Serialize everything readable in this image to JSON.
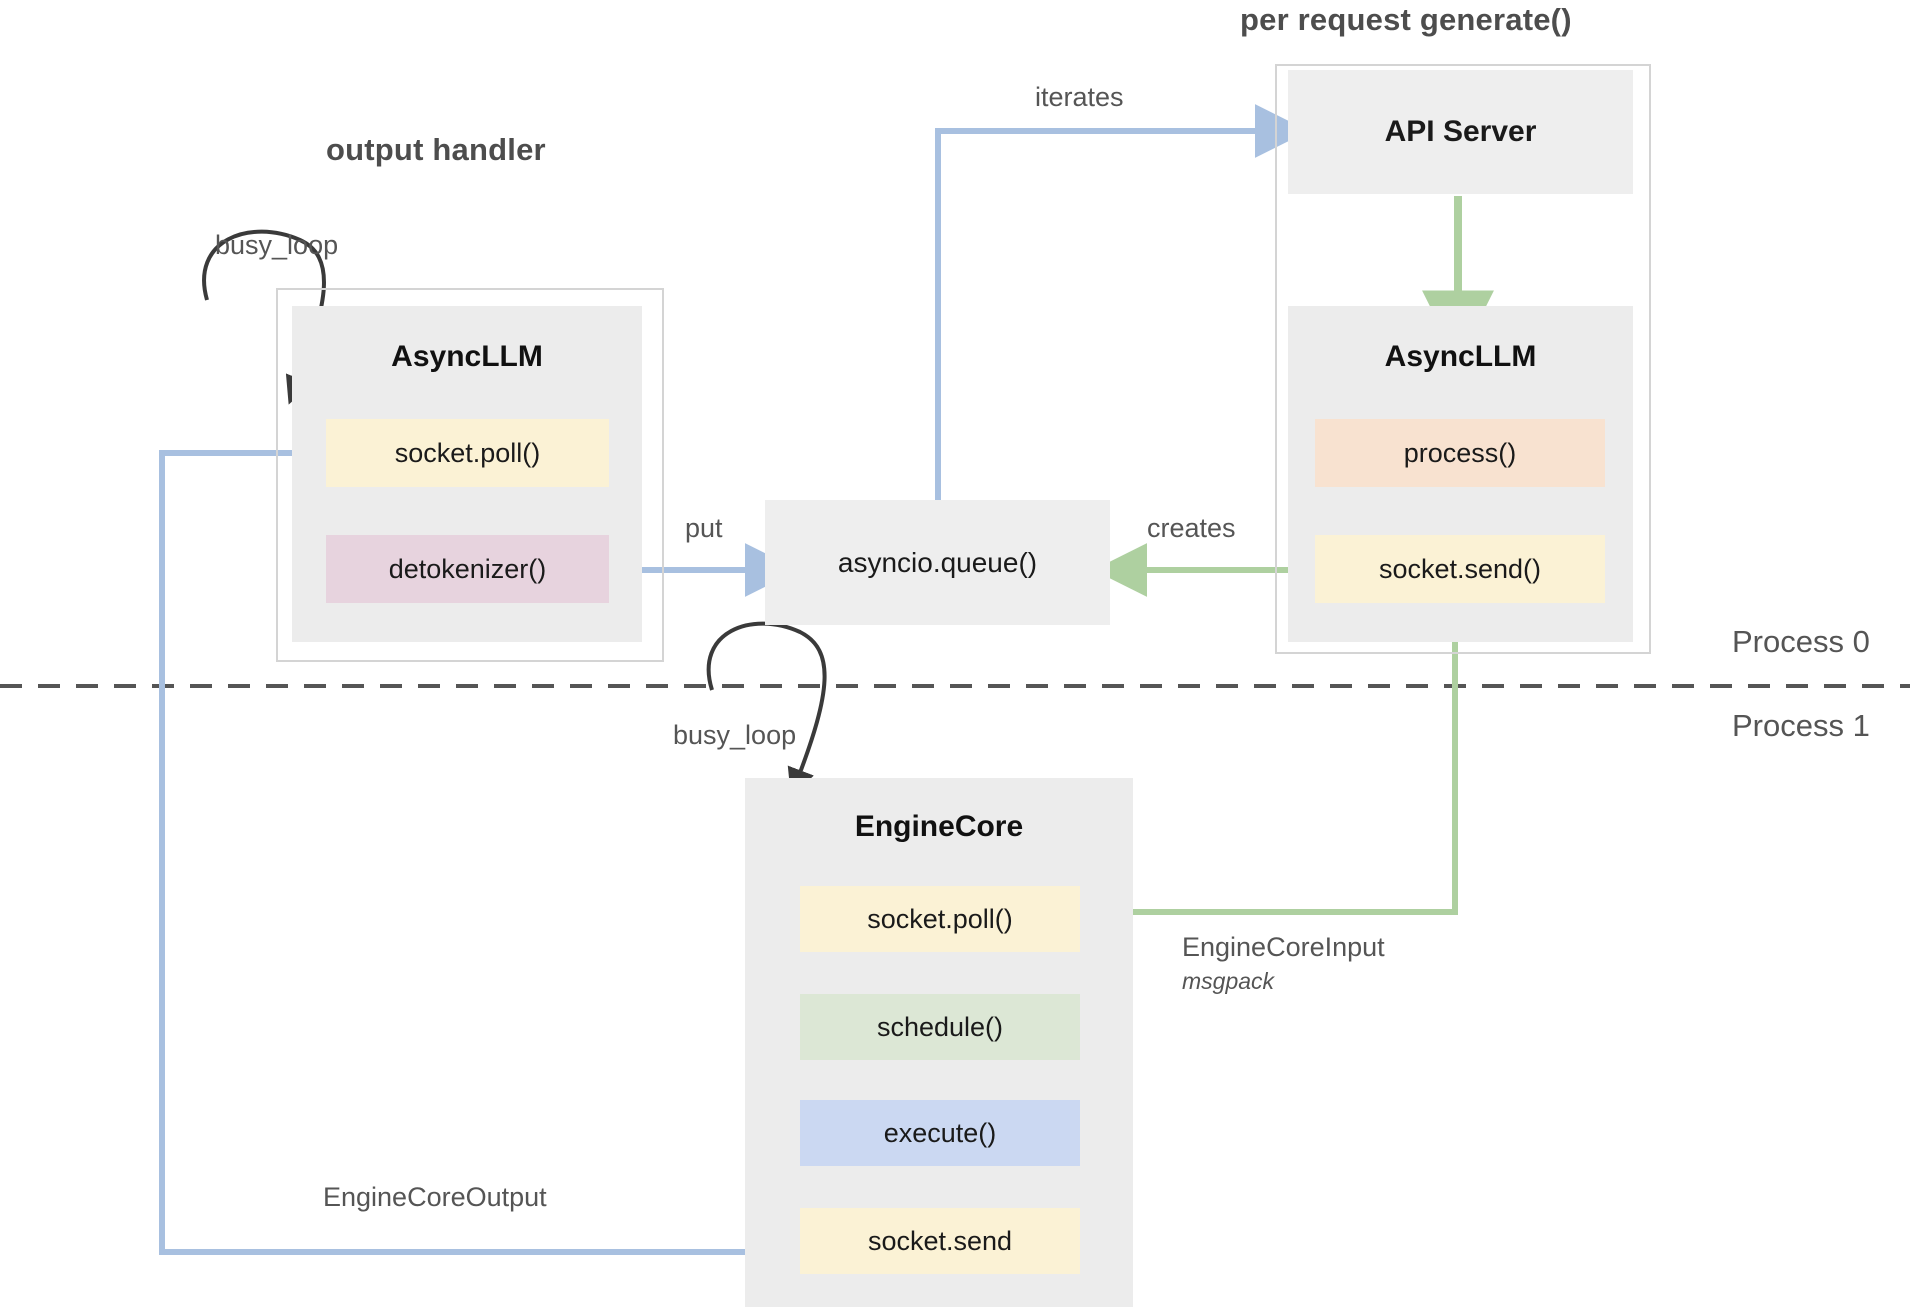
{
  "diagram": {
    "title_groups": [
      {
        "name": "output-handler",
        "label": "output handler"
      },
      {
        "name": "per-request-generate",
        "label": "per request generate()"
      }
    ],
    "process_labels": [
      {
        "name": "process-0",
        "label": "Process 0"
      },
      {
        "name": "process-1",
        "label": "Process 1"
      }
    ],
    "output_handler": {
      "group_label": "output handler",
      "loop_label": "busy_loop",
      "box_title": "AsyncLLM",
      "rows": [
        {
          "label": "socket.poll()",
          "color": "#fbf2d5"
        },
        {
          "label": "detokenizer()",
          "color": "#e7d3de"
        }
      ]
    },
    "queue": {
      "label": "asyncio.queue()"
    },
    "per_request": {
      "group_label": "per request generate()",
      "api_server": {
        "label": "API Server"
      },
      "async_llm": {
        "box_title": "AsyncLLM",
        "rows": [
          {
            "label": "process()",
            "color": "#f8e2d0"
          },
          {
            "label": "socket.send()",
            "color": "#fbf2d5"
          }
        ]
      }
    },
    "engine_core": {
      "loop_label": "busy_loop",
      "box_title": "EngineCore",
      "rows": [
        {
          "label": "socket.poll()",
          "color": "#fbf2d5"
        },
        {
          "label": "schedule()",
          "color": "#dce7d5"
        },
        {
          "label": "execute()",
          "color": "#cbd8f2"
        },
        {
          "label": "socket.send",
          "color": "#fbf2d5"
        }
      ]
    },
    "edges": [
      {
        "name": "iterates",
        "label": "iterates"
      },
      {
        "name": "put",
        "label": "put"
      },
      {
        "name": "creates",
        "label": "creates"
      },
      {
        "name": "engine-core-input",
        "label": "EngineCoreInput",
        "sublabel": "msgpack"
      },
      {
        "name": "engine-core-output",
        "label": "EngineCoreOutput"
      }
    ],
    "colors": {
      "blue_arrow": "#a8c0e0",
      "green_arrow": "#aed0a0",
      "black_arrow": "#3a3a3a",
      "panel_grey": "#ececec",
      "outline_grey": "#d4d4d4",
      "divider": "#555555"
    }
  }
}
